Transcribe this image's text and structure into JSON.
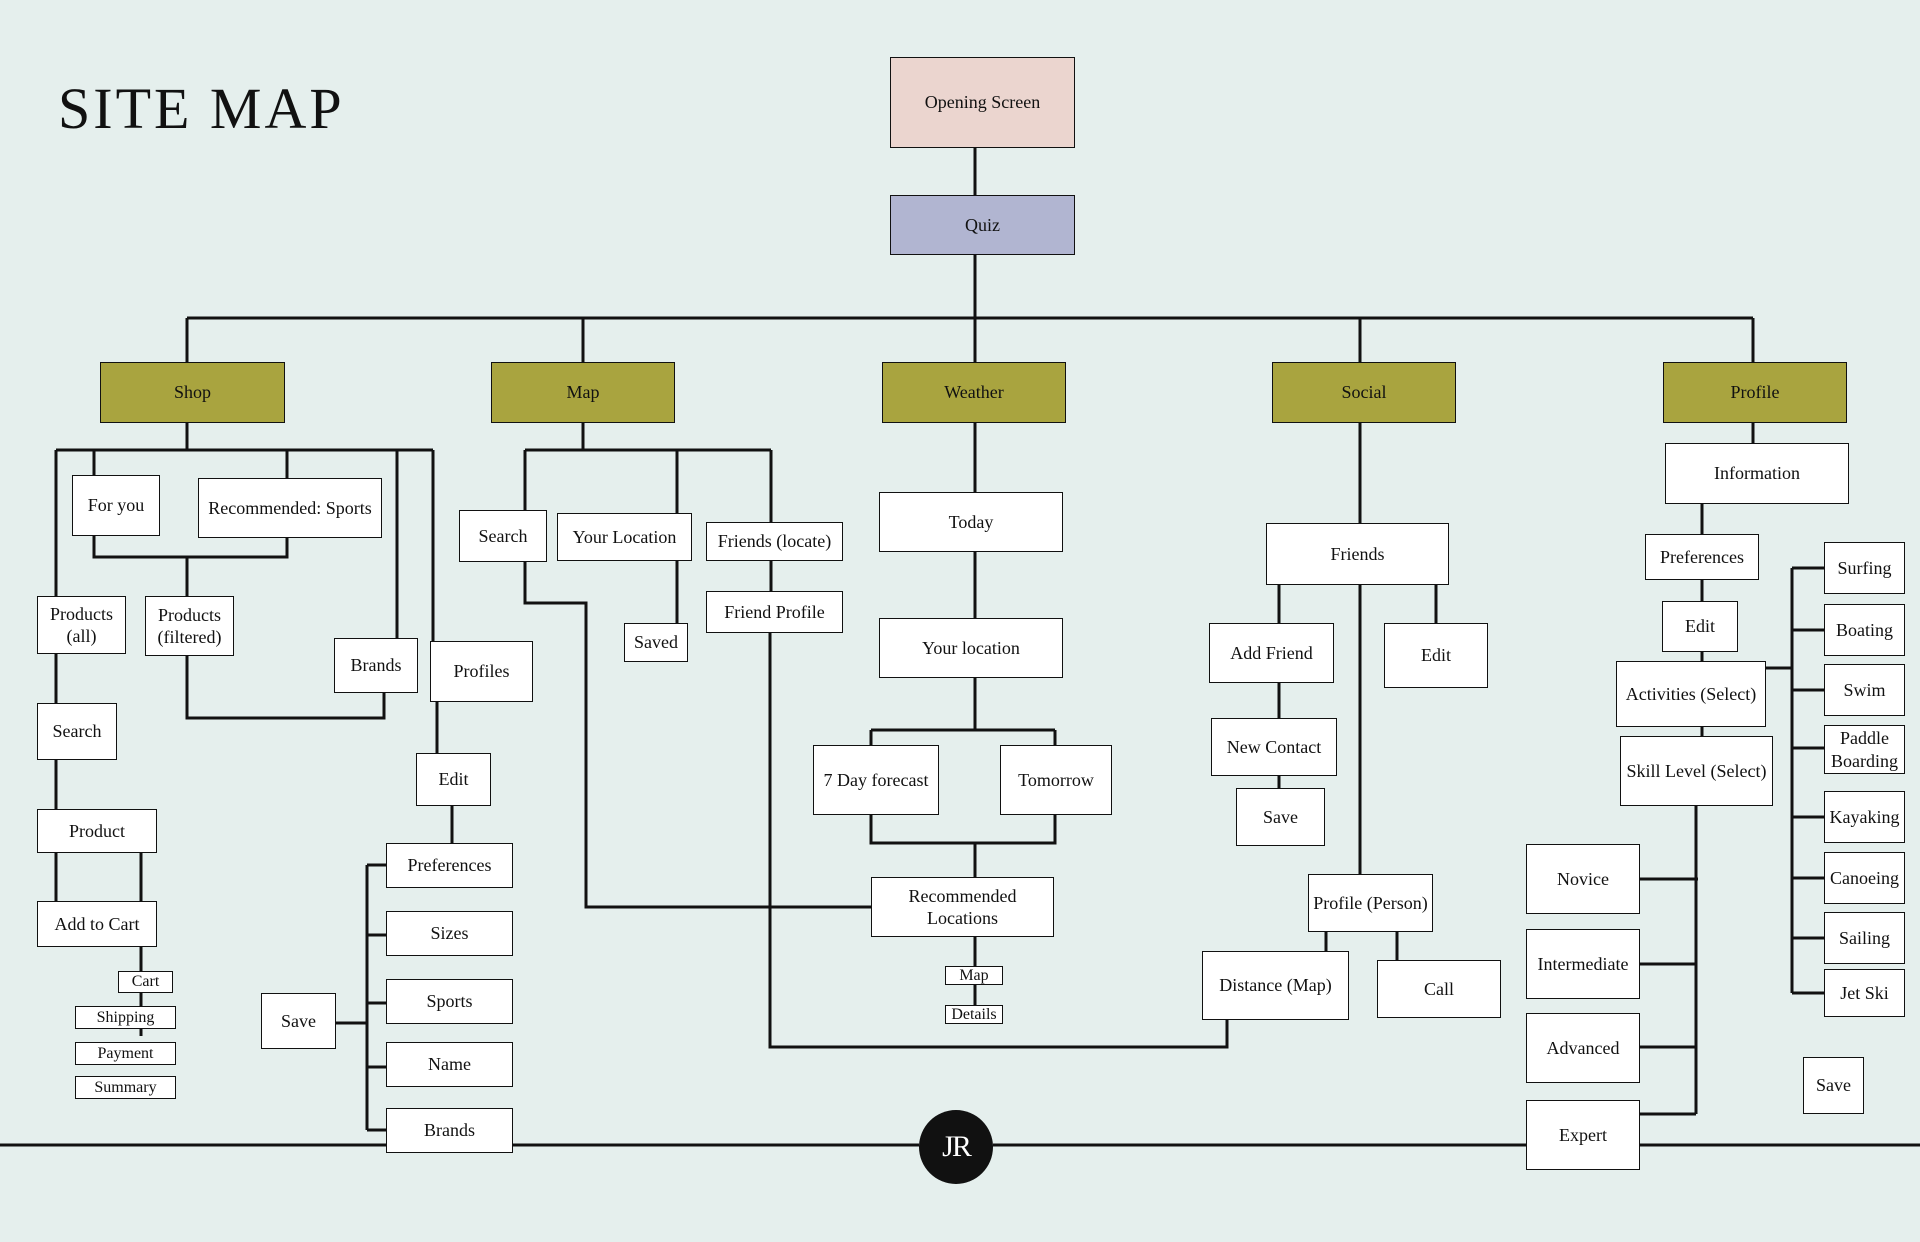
{
  "title": "SITE MAP",
  "logo": "JR",
  "colors": {
    "background": "#e5efed",
    "root": "#ebd5cf",
    "quiz": "#b1b5d1",
    "category": "#a9a43f",
    "line": "#111111"
  },
  "nodes": {
    "opening_screen": "Opening Screen",
    "quiz": "Quiz",
    "shop": "Shop",
    "map": "Map",
    "weather": "Weather",
    "social": "Social",
    "profile": "Profile",
    "shop_for_you": "For you",
    "shop_recommended_sports": "Recommended: Sports",
    "shop_products_all": "Products (all)",
    "shop_products_filtered": "Products (filtered)",
    "shop_brands": "Brands",
    "shop_profiles": "Profiles",
    "shop_search": "Search",
    "shop_product": "Product",
    "shop_add_to_cart": "Add to Cart",
    "shop_cart": "Cart",
    "shop_shipping": "Shipping",
    "shop_payment": "Payment",
    "shop_summary": "Summary",
    "shop_edit": "Edit",
    "shop_preferences": "Preferences",
    "shop_sizes": "Sizes",
    "shop_sports": "Sports",
    "shop_name": "Name",
    "shop_pref_brands": "Brands",
    "shop_save": "Save",
    "map_search": "Search",
    "map_your_location": "Your Location",
    "map_friends_locate": "Friends (locate)",
    "map_saved": "Saved",
    "map_friend_profile": "Friend Profile",
    "weather_today": "Today",
    "weather_your_location": "Your location",
    "weather_7_day": "7 Day forecast",
    "weather_tomorrow": "Tomorrow",
    "weather_recommended_locations": "Recommended Locations",
    "weather_map": "Map",
    "weather_details": "Details",
    "social_friends": "Friends",
    "social_add_friend": "Add Friend",
    "social_edit": "Edit",
    "social_new_contact": "New Contact",
    "social_save": "Save",
    "social_profile_person": "Profile (Person)",
    "social_distance_map": "Distance (Map)",
    "social_call": "Call",
    "profile_information": "Information",
    "profile_preferences": "Preferences",
    "profile_edit": "Edit",
    "profile_activities": "Activities (Select)",
    "profile_skill_level": "Skill Level (Select)",
    "profile_novice": "Novice",
    "profile_intermediate": "Intermediate",
    "profile_advanced": "Advanced",
    "profile_expert": "Expert",
    "profile_surfing": "Surfing",
    "profile_boating": "Boating",
    "profile_swim": "Swim",
    "profile_paddle_boarding": "Paddle Boarding",
    "profile_kayaking": "Kayaking",
    "profile_canoeing": "Canoeing",
    "profile_sailing": "Sailing",
    "profile_jet_ski": "Jet Ski",
    "profile_save": "Save"
  }
}
